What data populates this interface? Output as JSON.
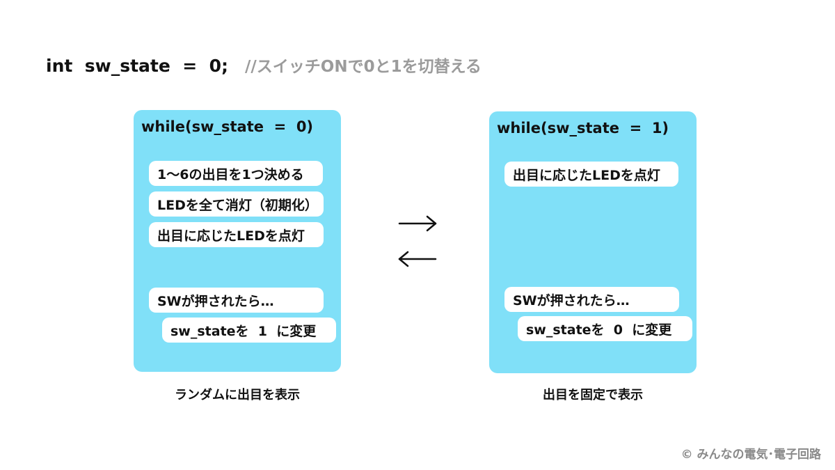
{
  "header": {
    "code": "int  sw_state  =  0;",
    "comment": "//スイッチONで0と1を切替える"
  },
  "left_panel": {
    "title": "while(sw_state  =  0)",
    "steps": [
      "1〜6の出目を1つ決める",
      "LEDを全て消灯（初期化）",
      "出目に応じたLEDを点灯",
      "SWが押されたら…",
      "sw_stateを  1  に変更"
    ],
    "caption": "ランダムに出目を表示"
  },
  "right_panel": {
    "title": "while(sw_state  =  1)",
    "steps": [
      "出目に応じたLEDを点灯",
      "SWが押されたら…",
      "sw_stateを  0  に変更"
    ],
    "caption": "出目を固定で表示"
  },
  "arrows": [
    "right-arrow",
    "left-arrow"
  ],
  "colors": {
    "panel": "#80e0f8",
    "step_box": "#ffffff",
    "comment_text": "#9b9b9b",
    "copyright_text": "#8a8a8a"
  },
  "copyright": "©  みんなの電気･電子回路"
}
